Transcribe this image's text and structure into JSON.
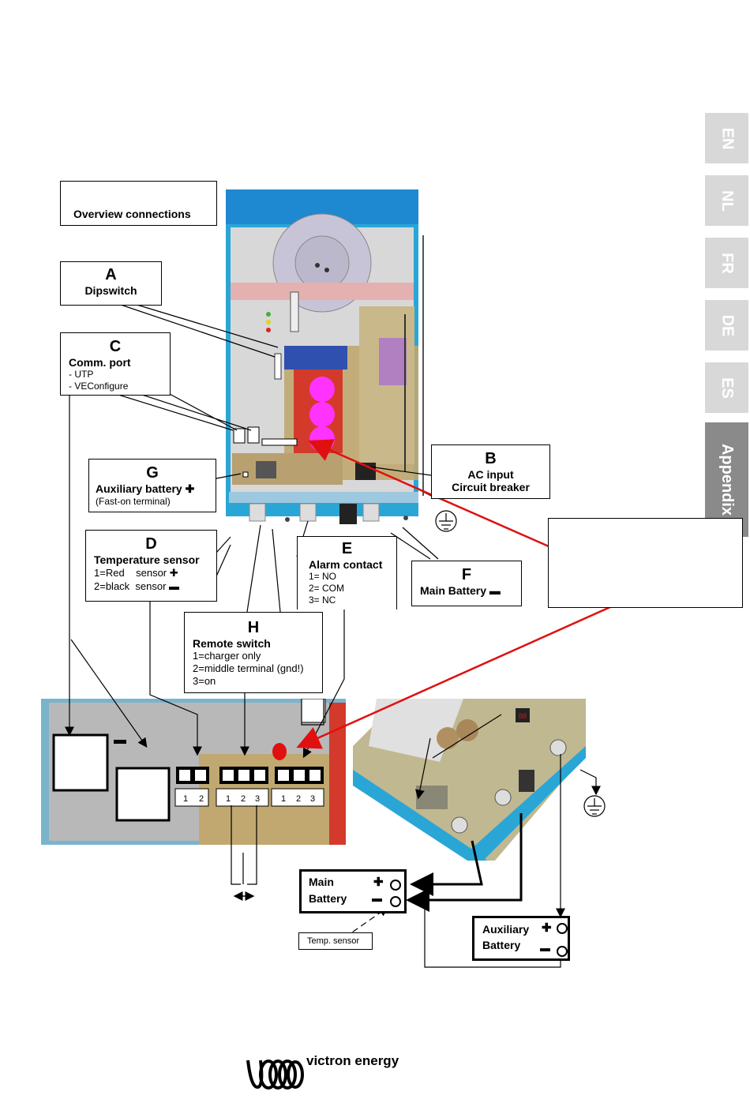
{
  "tabs": [
    "EN",
    "NL",
    "FR",
    "DE",
    "ES",
    "Appendix"
  ],
  "overview_title": "Overview connections",
  "labels": {
    "A": {
      "letter": "A",
      "title": "Dipswitch"
    },
    "B": {
      "letter": "B",
      "line1": "AC input",
      "line2": "Circuit breaker"
    },
    "C": {
      "letter": "C",
      "title": "Comm. port",
      "item1": "- UTP",
      "item2": "- VEConfigure"
    },
    "D": {
      "letter": "D",
      "title": "Temperature sensor",
      "line1": "1=Red    sensor ✚",
      "line2": "2=black  sensor ▬"
    },
    "E": {
      "letter": "E",
      "title": "Alarm contact",
      "line1": "1= NO",
      "line2": "2= COM",
      "line3": "3= NC"
    },
    "F": {
      "letter": "F",
      "title": "Main Battery ▬"
    },
    "G": {
      "letter": "G",
      "title": "Auxiliary battery ✚",
      "note": "(Fast-on terminal)"
    },
    "H": {
      "letter": "H",
      "title": "Remote switch",
      "line1": "1=charger only",
      "line2": "2=middle terminal (gnd!)",
      "line3": "3=on"
    }
  },
  "terminal_numbers": {
    "t2": [
      "1",
      "2"
    ],
    "t3a": [
      "1",
      "2",
      "3"
    ],
    "t3b": [
      "1",
      "2",
      "3"
    ]
  },
  "battery_main": {
    "line1": "Main",
    "line2": "Battery",
    "plus": "✚",
    "minus": "▬"
  },
  "battery_aux": {
    "line1": "Auxiliary",
    "line2": "Battery",
    "plus": "✚",
    "minus": "▬"
  },
  "temp_sensor_label": "Temp. sensor",
  "brand": "victron energy",
  "colors": {
    "tab_light": "#d8d8d8",
    "tab_dark": "#8a8a8a",
    "device_blue": "#2aa6d6",
    "pcb_red": "#d33a2c",
    "led_magenta": "#ff33ff",
    "arrow_red": "#e01010"
  }
}
